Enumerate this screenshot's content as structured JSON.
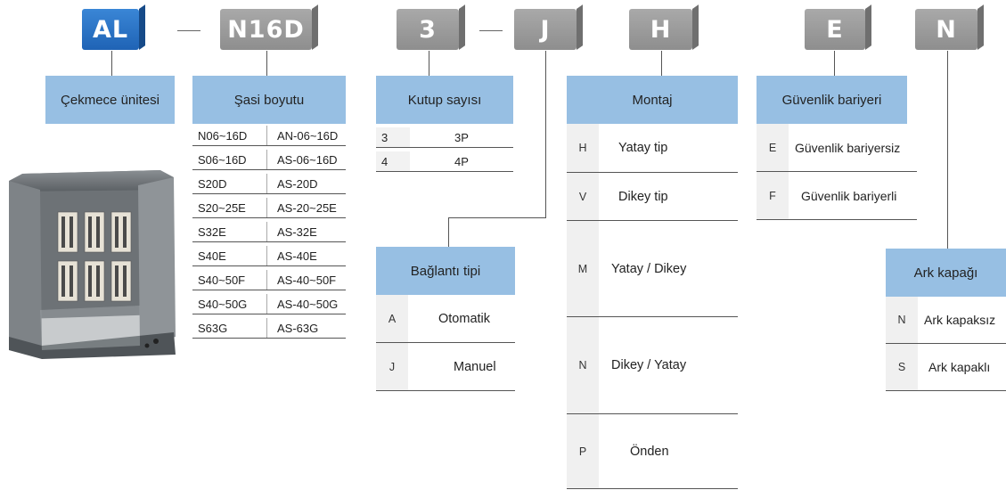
{
  "codes": {
    "drawout": "AL",
    "frame": "N16D",
    "poles": "3",
    "connection": "J",
    "mounting": "H",
    "safety": "E",
    "arc": "N"
  },
  "drawout_header": "Çekmece ünitesi",
  "frame": {
    "header": "Şasi boyutu",
    "rows": [
      {
        "code": "N06~16D",
        "model": "AN-06~16D"
      },
      {
        "code": "S06~16D",
        "model": "AS-06~16D"
      },
      {
        "code": "S20D",
        "model": "AS-20D"
      },
      {
        "code": "S20~25E",
        "model": "AS-20~25E"
      },
      {
        "code": "S32E",
        "model": "AS-32E"
      },
      {
        "code": "S40E",
        "model": "AS-40E"
      },
      {
        "code": "S40~50F",
        "model": "AS-40~50F"
      },
      {
        "code": "S40~50G",
        "model": "AS-40~50G"
      },
      {
        "code": "S63G",
        "model": "AS-63G"
      }
    ]
  },
  "poles": {
    "header": "Kutup sayısı",
    "rows": [
      {
        "code": "3",
        "label": "3P"
      },
      {
        "code": "4",
        "label": "4P"
      }
    ]
  },
  "connection": {
    "header": "Bağlantı tipi",
    "rows": [
      {
        "code": "A",
        "label": "Otomatik"
      },
      {
        "code": "J",
        "label": "Manuel"
      }
    ]
  },
  "mounting": {
    "header": "Montaj",
    "rows": [
      {
        "code": "H",
        "label": "Yatay tip"
      },
      {
        "code": "V",
        "label": "Dikey tip"
      },
      {
        "code": "M",
        "label": "Yatay / Dikey"
      },
      {
        "code": "N",
        "label": "Dikey / Yatay"
      },
      {
        "code": "P",
        "label": "Önden"
      }
    ]
  },
  "safety": {
    "header": "Güvenlik bariyeri",
    "rows": [
      {
        "code": "E",
        "label": "Güvenlik bariyersiz"
      },
      {
        "code": "F",
        "label": "Güvenlik bariyerli"
      }
    ]
  },
  "arc": {
    "header": "Ark kapağı",
    "rows": [
      {
        "code": "N",
        "label": "Ark kapaksız"
      },
      {
        "code": "S",
        "label": "Ark kapaklı"
      }
    ]
  }
}
